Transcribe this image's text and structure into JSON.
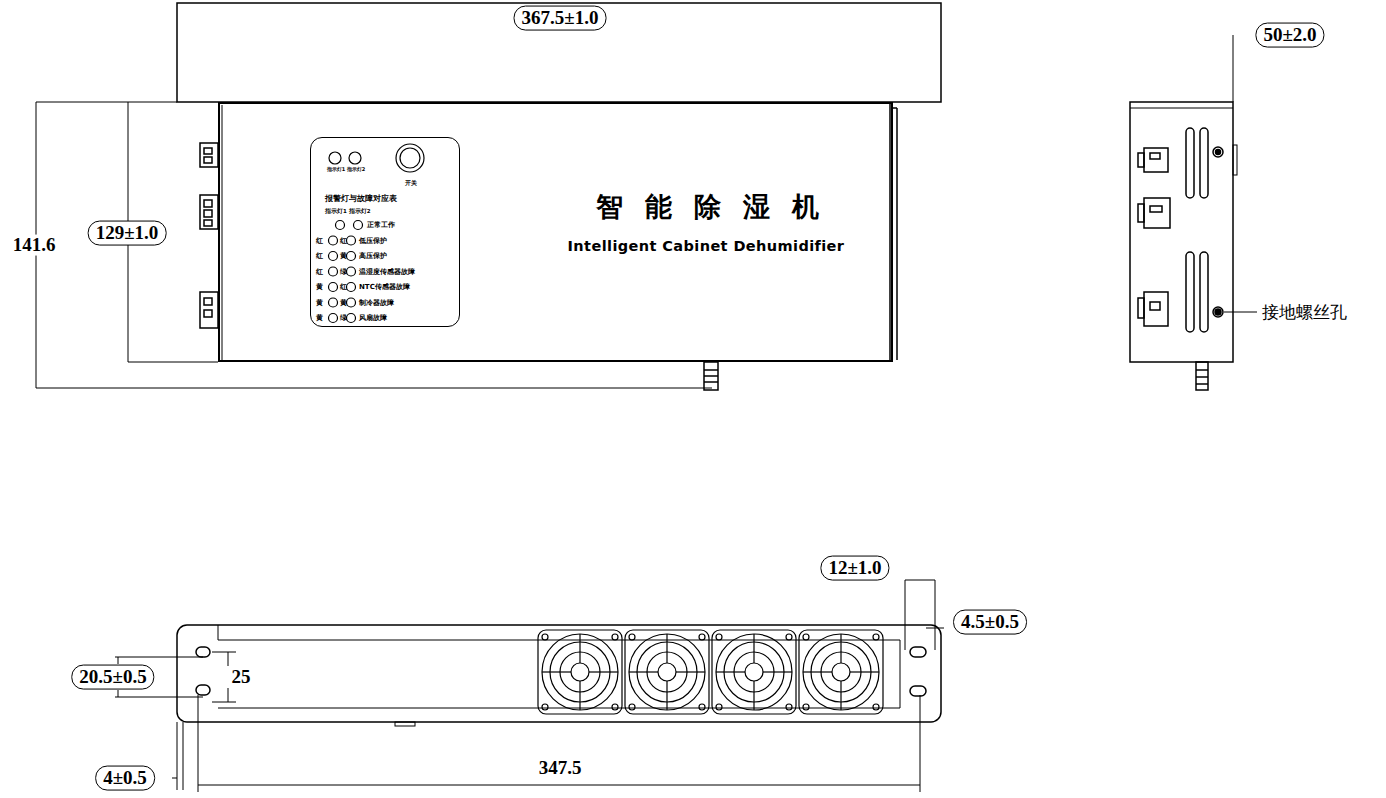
{
  "diagram": {
    "nodes": [
      {
        "text": [
          "智能除湿机",
          "Intelligent Cabinet Dehumidifier"
        ]
      },
      {
        "text": [
          "指示灯1",
          "指示灯2",
          "开关",
          "报警灯与故障对应表",
          "指示灯1 指示灯2",
          "正常工作",
          "红",
          "红",
          "低压保护",
          "红",
          "黄",
          "高压保护",
          "红",
          "绿",
          "温湿度传感器故障",
          "黄",
          "红",
          "NTC传感器故障",
          "黄",
          "黄",
          "制冷器故障",
          "黄",
          "绿",
          "风扇故障"
        ],
        "in": 0
      }
    ],
    "labels": [
      "367.5±1.0",
      "141.6",
      "129±1.0",
      "50±2.0",
      "接地螺丝孔",
      "12±1.0",
      "4.5±0.5",
      "20.5±0.5",
      "25",
      "4±0.5",
      "347.5"
    ]
  }
}
